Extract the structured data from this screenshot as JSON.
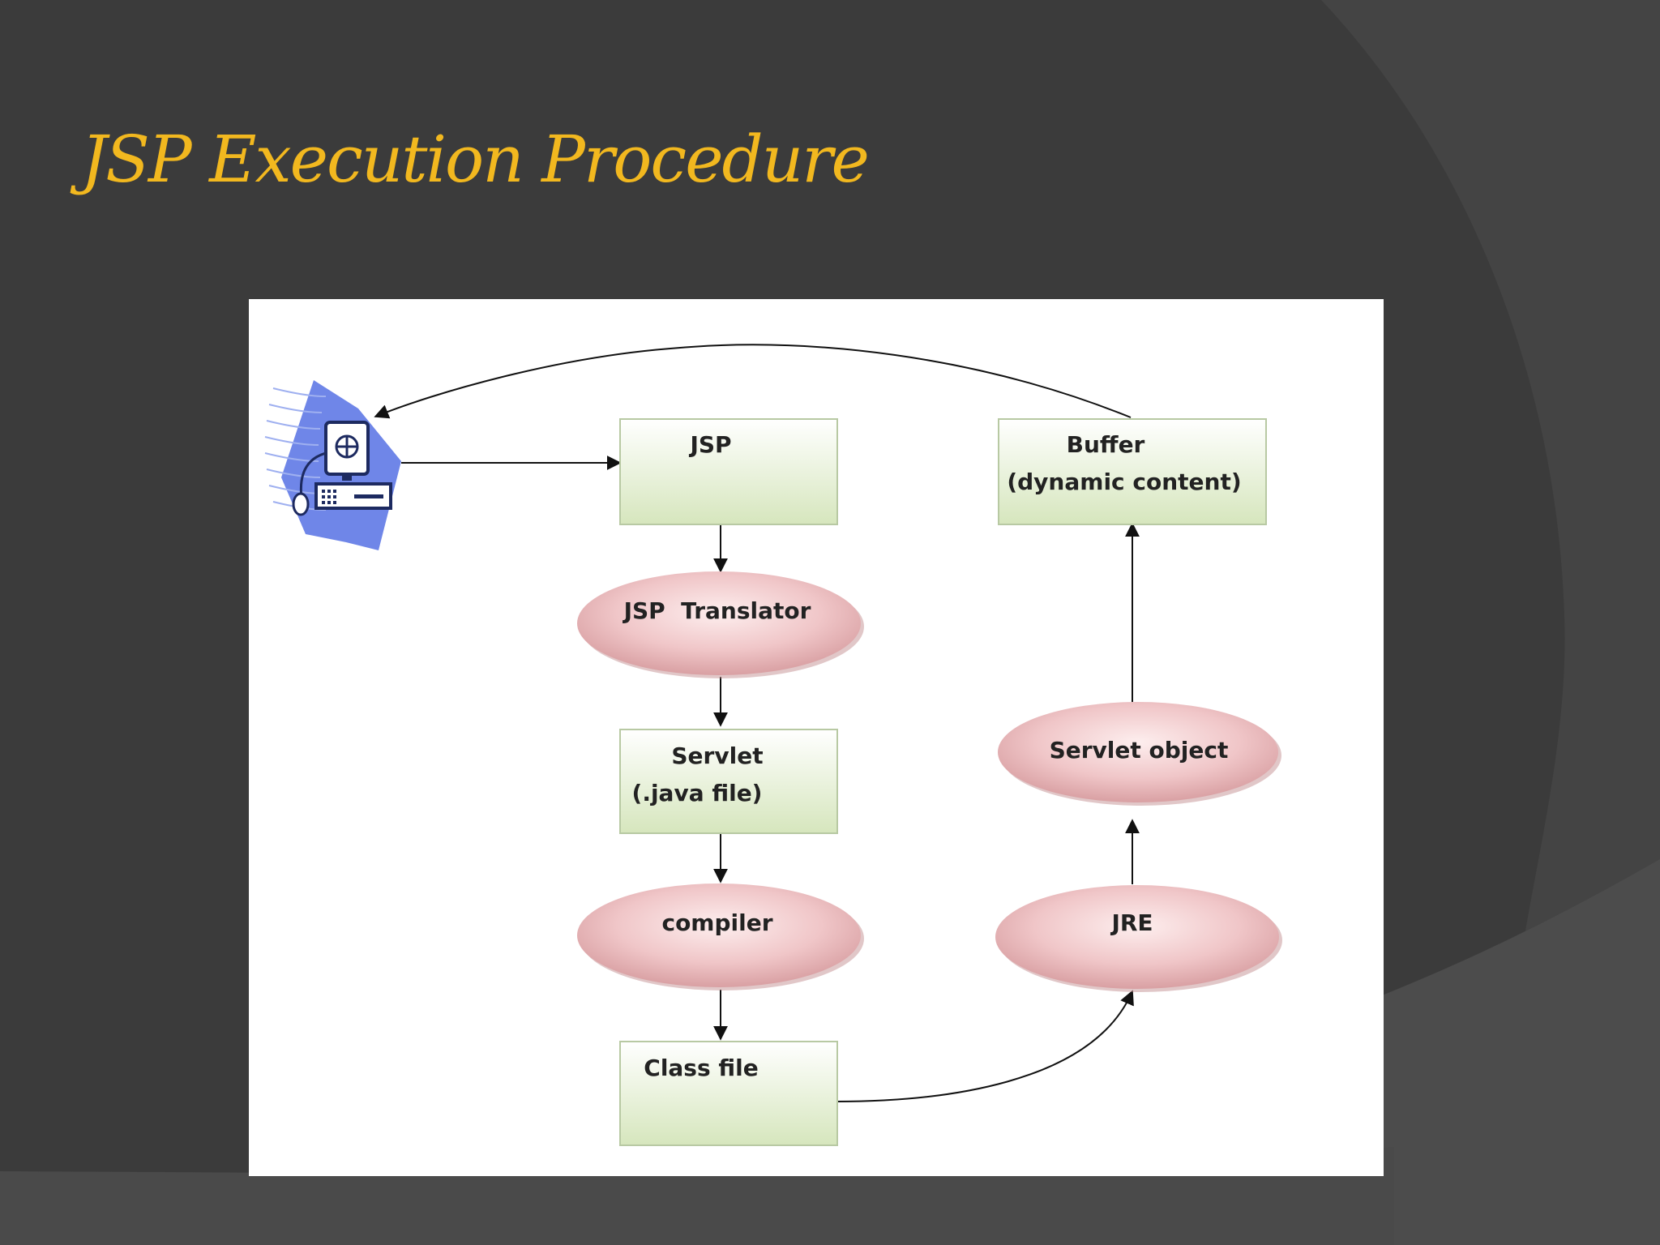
{
  "slide": {
    "title": "JSP Execution Procedure",
    "title_color": "#f2b81f",
    "background_color": "#3b3b3b"
  },
  "diagram": {
    "client_icon": "client-computer-icon",
    "box_fill_top": "#ffffff",
    "box_fill_bottom": "#d6e6bd",
    "ellipse_fill_center": "#fbe3e3",
    "ellipse_fill_edge": "#d9a0a3",
    "nodes": {
      "jsp": {
        "line1": "JSP",
        "line2": ""
      },
      "buffer": {
        "line1": "Buffer",
        "line2": "(dynamic content)"
      },
      "translator": {
        "label": "JSP  Translator"
      },
      "servlet": {
        "line1": "Servlet",
        "line2": "(.java file)"
      },
      "servlet_object": {
        "label": "Servlet object"
      },
      "compiler": {
        "label": "compiler"
      },
      "jre": {
        "label": "JRE"
      },
      "class_file": {
        "line1": "Class file",
        "line2": ""
      }
    }
  }
}
